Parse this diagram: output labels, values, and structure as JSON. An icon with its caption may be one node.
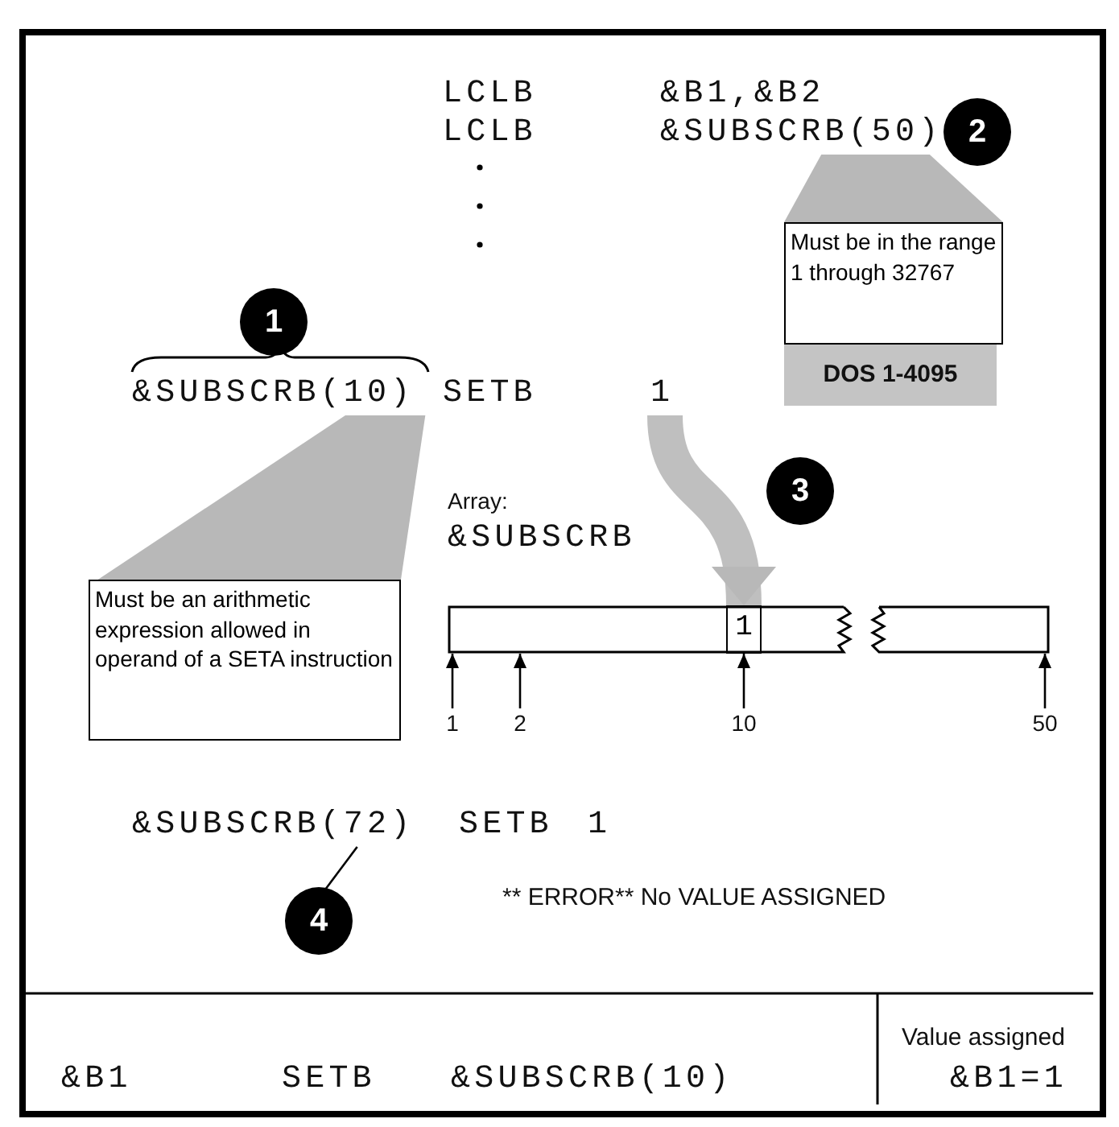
{
  "diagram": {
    "nodes": [
      {
        "text": [
          "&SUBSCRB(50)"
        ]
      },
      {
        "text": [
          "Must be in the range 1 through 32767"
        ],
        "beside": [
          "DOS 1-4095"
        ]
      },
      {
        "text": [
          "&SUBSCRB(10)"
        ]
      },
      {
        "text": [
          "1"
        ]
      },
      {
        "text": [
          "Must be an arithmetic expression allowed in operand of a SETA instruction"
        ]
      },
      {
        "text": [],
        "shape": "bar"
      },
      {
        "text": [
          "1"
        ],
        "in": 5
      },
      {
        "text": [
          "1"
        ]
      },
      {
        "text": [
          "2"
        ]
      },
      {
        "text": [
          "10"
        ]
      },
      {
        "text": [
          "50"
        ]
      },
      {
        "text": [
          "&SUBSCRB(72)"
        ]
      },
      {
        "text": [
          "4"
        ]
      },
      {
        "text": [
          "2"
        ]
      },
      {
        "text": [
          "1"
        ]
      },
      {
        "text": [
          "3"
        ]
      }
    ],
    "edges": [
      {
        "from": 0,
        "to": 1,
        "arrow": "none",
        "color": "#b8b8b8"
      },
      {
        "from": 2,
        "to": 4,
        "arrow": "none",
        "color": "#b8b8b8"
      },
      {
        "from": 3,
        "to": 6,
        "arrow": "to",
        "style": "thick",
        "color": "#b8b8b8"
      },
      {
        "from": 7,
        "to": 5,
        "arrow": "to"
      },
      {
        "from": 8,
        "to": 5,
        "arrow": "to"
      },
      {
        "from": 9,
        "to": 6,
        "arrow": "to"
      },
      {
        "from": 10,
        "to": 5,
        "arrow": "to"
      },
      {
        "from": 12,
        "to": 11,
        "arrow": "none"
      }
    ],
    "labels": [
      "LCLB",
      "&B1,&B2",
      "LCLB",
      "SETB",
      "Array:",
      "&SUBSCRB",
      "SETB",
      "1",
      "** ERROR** No VALUE ASSIGNED",
      "&B1",
      "SETB",
      "&SUBSCRB(10)",
      "Value assigned",
      "&B1=1"
    ]
  }
}
